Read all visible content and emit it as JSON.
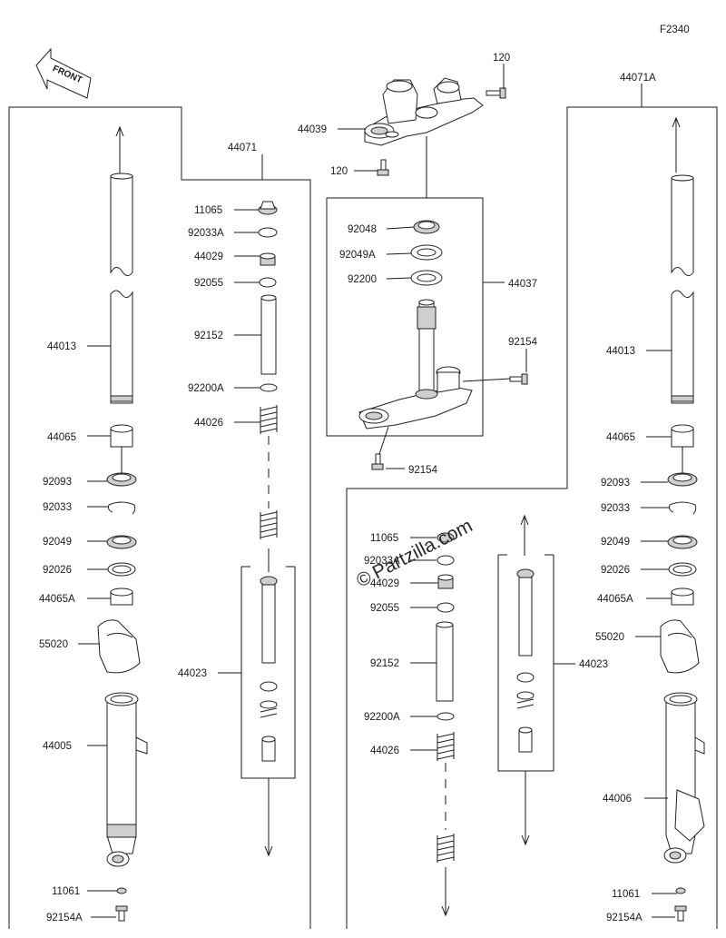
{
  "figure_code": "F2340",
  "front_label": "FRONT",
  "watermark": "Partzilla.com",
  "watermark_symbol": "©",
  "colors": {
    "line": "#1a1a1a",
    "fill_light": "#ffffff",
    "fill_shade": "#cfcfcf"
  },
  "labels": {
    "l_120_top": "120",
    "l_120_bot": "120",
    "l_44039": "44039",
    "l_44071": "44071",
    "l_44071A": "44071A",
    "l_44037": "44037",
    "l_92048": "92048",
    "l_92049A": "92049A",
    "l_92200": "92200",
    "l_92154_r": "92154",
    "l_92154_b": "92154",
    "L_44013": "44013",
    "L_44065": "44065",
    "L_92093": "92093",
    "L_92033": "92033",
    "L_92049": "92049",
    "L_92026": "92026",
    "L_44065A": "44065A",
    "L_55020": "55020",
    "L_44005": "44005",
    "L_11061": "11061",
    "L_92154A": "92154A",
    "C_11065": "11065",
    "C_92033A": "92033A",
    "C_44029": "44029",
    "C_92055": "92055",
    "C_92152": "92152",
    "C_92200A": "92200A",
    "C_44026": "44026",
    "C_44023": "44023",
    "M_11065": "11065",
    "M_92033A": "92033A",
    "M_44029": "44029",
    "M_92055": "92055",
    "M_92152": "92152",
    "M_92200A": "92200A",
    "M_44026": "44026",
    "M_44023": "44023",
    "R_44013": "44013",
    "R_44065": "44065",
    "R_92093": "92093",
    "R_92033": "92033",
    "R_92049": "92049",
    "R_92026": "92026",
    "R_44065A": "44065A",
    "R_55020": "55020",
    "R_44006": "44006",
    "R_11061": "11061",
    "R_92154A": "92154A"
  }
}
